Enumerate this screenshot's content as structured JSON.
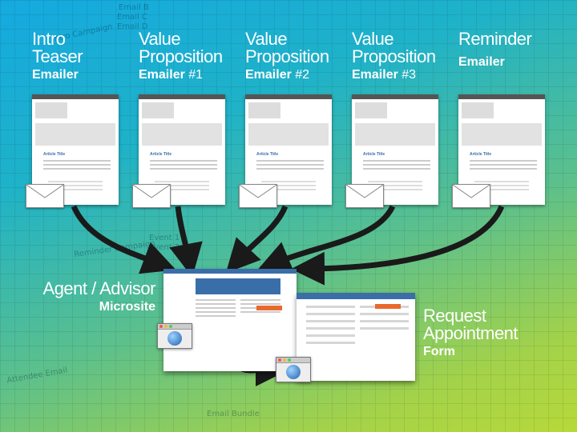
{
  "columns": [
    {
      "line1": "Intro",
      "line2": "Teaser",
      "line3": "Emailer",
      "num": ""
    },
    {
      "line1": "Value",
      "line2": "Proposition",
      "line3": "Emailer",
      "num": " #1"
    },
    {
      "line1": "Value",
      "line2": "Proposition",
      "line3": "Emailer",
      "num": " #2"
    },
    {
      "line1": "Value",
      "line2": "Proposition",
      "line3": "Emailer",
      "num": " #3"
    },
    {
      "line1": "Reminder",
      "line2": "",
      "line3": "Emailer",
      "num": ""
    }
  ],
  "email_article_title": "Article Title",
  "microsite": {
    "line1": "Agent / Advisor",
    "line2": "Microsite"
  },
  "form": {
    "line1": "Request",
    "line2": "Appointment",
    "line3": "Form"
  },
  "background_notes": [
    "Intro Campaign",
    "Email B",
    "Email C",
    "Email D",
    "Reminder Campaign",
    "Event 1",
    "Event 2",
    "Attendee Email",
    "Email Bundle"
  ],
  "colors": {
    "accent_blue": "#3a6ea8",
    "accent_orange": "#e9692c",
    "arrow": "#1a1a1a"
  }
}
